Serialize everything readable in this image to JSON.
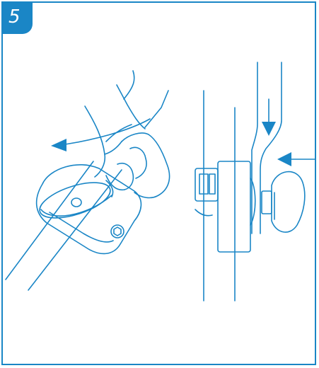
{
  "step": {
    "number": "5"
  },
  "colors": {
    "accent": "#1a86c6",
    "line": "#1a86c6",
    "background": "#ffffff"
  },
  "illustration": {
    "left_panel": {
      "subject": "hand-tightening-clamp-knob",
      "arrow": "rotation-arrow-left-icon"
    },
    "right_panel": {
      "subject": "bracket-and-knob-side-view",
      "arrows": [
        "arrow-down-icon",
        "arrow-left-icon"
      ]
    }
  }
}
